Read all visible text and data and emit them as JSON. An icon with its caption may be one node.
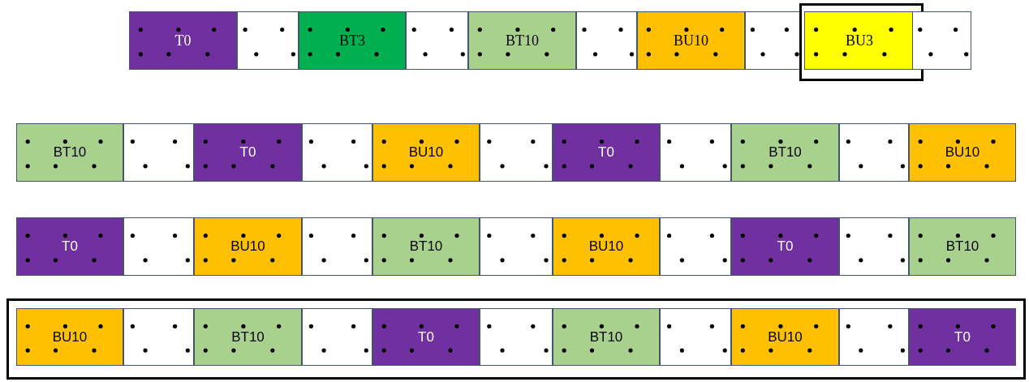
{
  "diagram": {
    "nodes": [
      {
        "text": [
          "T0"
        ]
      },
      {
        "text": [],
        "shape": "box"
      },
      {
        "text": [
          "BT3"
        ]
      },
      {
        "text": [],
        "shape": "box"
      },
      {
        "text": [
          "BT10"
        ]
      },
      {
        "text": [],
        "shape": "box"
      },
      {
        "text": [
          "BU10"
        ]
      },
      {
        "text": [],
        "shape": "box"
      },
      {
        "text": [],
        "shape": "box"
      },
      {
        "text": [
          "BU3"
        ],
        "in": 8
      },
      {
        "text": [],
        "shape": "box"
      },
      {
        "text": [
          "BT10"
        ]
      },
      {
        "text": [],
        "shape": "box"
      },
      {
        "text": [
          "T0"
        ]
      },
      {
        "text": [],
        "shape": "box"
      },
      {
        "text": [
          "BU10"
        ]
      },
      {
        "text": [],
        "shape": "box"
      },
      {
        "text": [
          "T0"
        ]
      },
      {
        "text": [],
        "shape": "box"
      },
      {
        "text": [
          "BT10"
        ]
      },
      {
        "text": [],
        "shape": "box"
      },
      {
        "text": [
          "BU10"
        ]
      },
      {
        "text": [
          "T0"
        ]
      },
      {
        "text": [],
        "shape": "box"
      },
      {
        "text": [
          "BU10"
        ]
      },
      {
        "text": [],
        "shape": "box"
      },
      {
        "text": [
          "BT10"
        ]
      },
      {
        "text": [],
        "shape": "box"
      },
      {
        "text": [
          "BU10"
        ]
      },
      {
        "text": [],
        "shape": "box"
      },
      {
        "text": [
          "T0"
        ]
      },
      {
        "text": [],
        "shape": "box"
      },
      {
        "text": [
          "BT10"
        ]
      },
      {
        "text": [],
        "shape": "box"
      },
      {
        "text": [
          "BU10"
        ],
        "in": 33
      },
      {
        "text": [],
        "shape": "box",
        "in": 33
      },
      {
        "text": [
          "BT10"
        ],
        "in": 33
      },
      {
        "text": [],
        "shape": "box",
        "in": 33
      },
      {
        "text": [
          "T0"
        ],
        "in": 33
      },
      {
        "text": [],
        "shape": "box",
        "in": 33
      },
      {
        "text": [
          "BT10"
        ],
        "in": 33
      },
      {
        "text": [],
        "shape": "box",
        "in": 33
      },
      {
        "text": [
          "BU10"
        ],
        "in": 33
      },
      {
        "text": [],
        "shape": "box",
        "in": 33
      },
      {
        "text": [
          "T0"
        ],
        "in": 33
      }
    ]
  }
}
